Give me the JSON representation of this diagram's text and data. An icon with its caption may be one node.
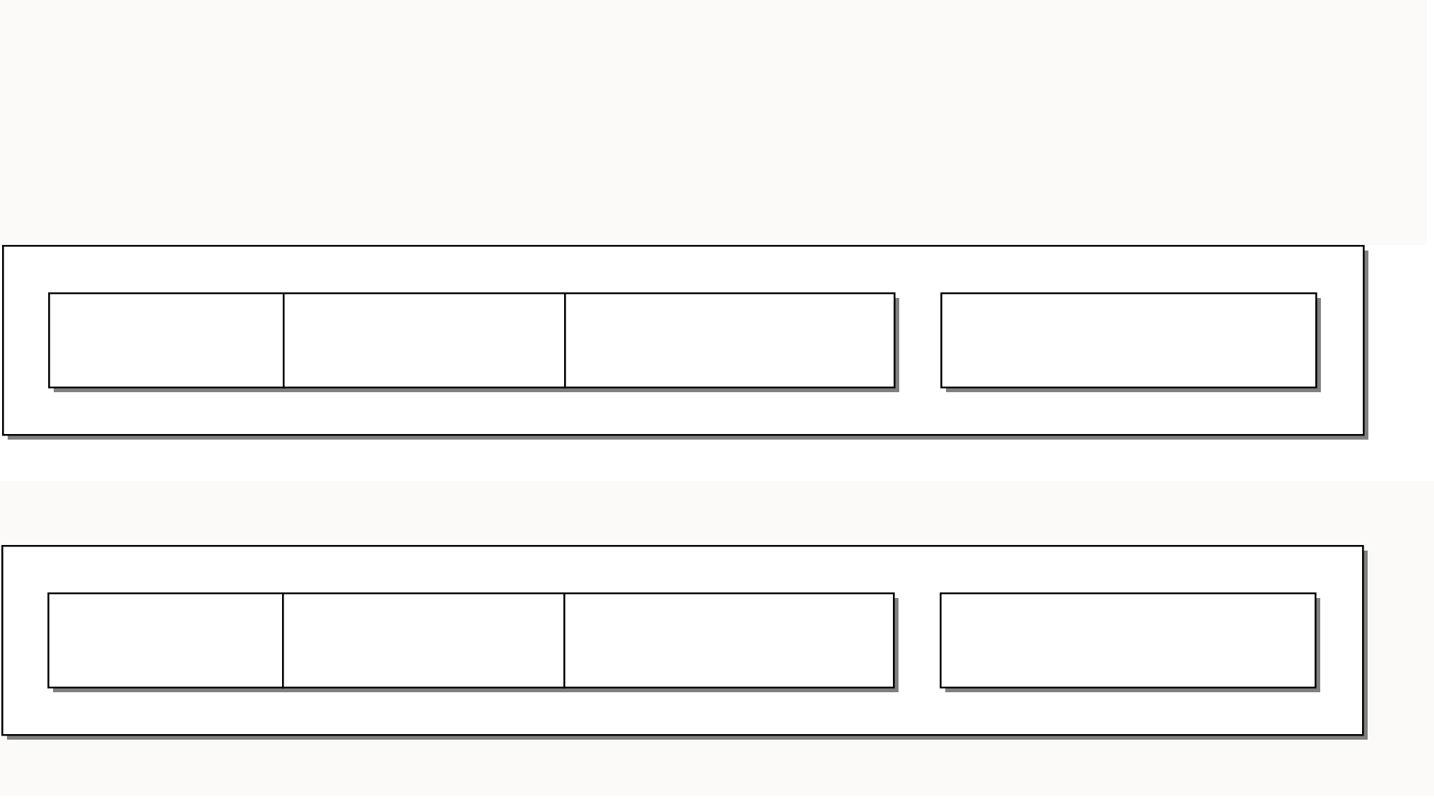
{
  "diagram": {
    "nodes": [
      {
        "text": [],
        "shape": "box"
      },
      {
        "text": [],
        "shape": "box",
        "in": 0
      },
      {
        "text": [],
        "shape": "box",
        "in": 0
      },
      {
        "text": [],
        "shape": "box",
        "in": 0
      },
      {
        "text": [],
        "shape": "box",
        "in": 0
      },
      {
        "text": [],
        "shape": "box"
      },
      {
        "text": [],
        "shape": "box",
        "in": 5
      },
      {
        "text": [],
        "shape": "box",
        "in": 5
      },
      {
        "text": [],
        "shape": "box",
        "in": 5
      },
      {
        "text": [],
        "shape": "box",
        "in": 5
      }
    ]
  }
}
